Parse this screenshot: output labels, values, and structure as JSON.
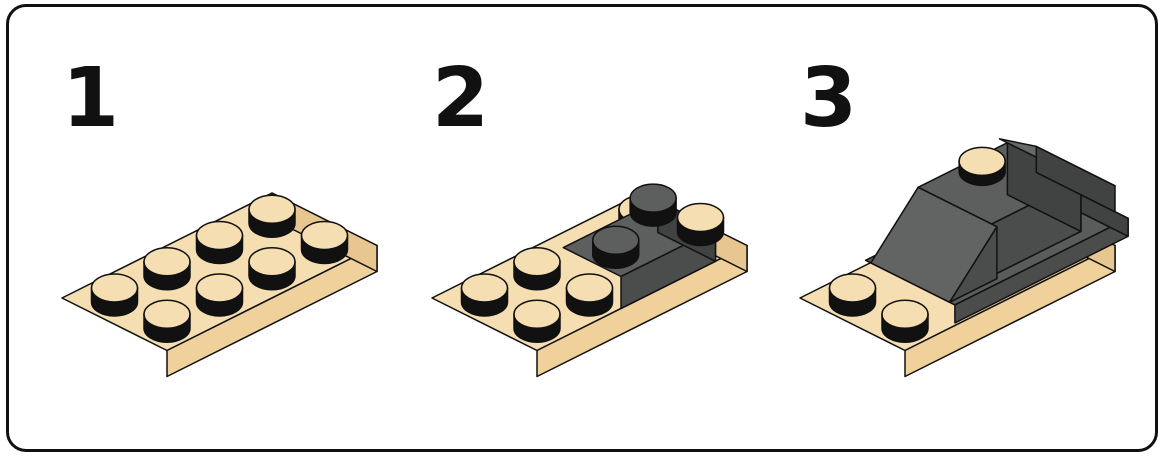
{
  "steps": [
    {
      "label": "1"
    },
    {
      "label": "2"
    },
    {
      "label": "3"
    }
  ],
  "colors": {
    "tan_top": "#f6deb3",
    "tan_left": "#f1d19b",
    "tan_right": "#e7c690",
    "dark_top": "#5c5f5d",
    "dark_left": "#4b4d4c",
    "dark_right": "#414342",
    "outline": "#111111",
    "frame_border": "#111111"
  }
}
